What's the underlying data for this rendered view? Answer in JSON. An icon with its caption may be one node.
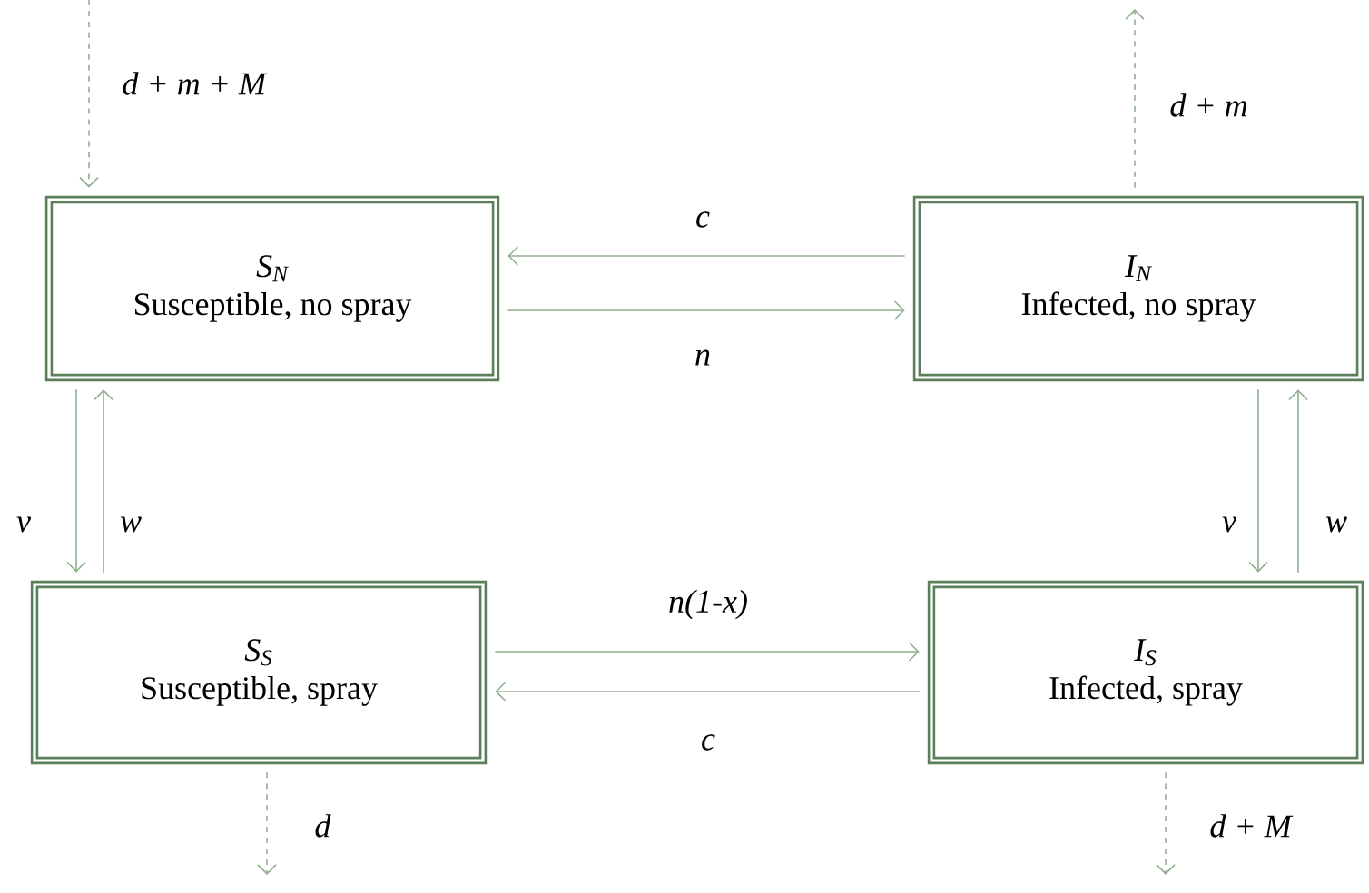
{
  "diagram": {
    "nodes": [
      {
        "text": [
          "S$_{N}$",
          "Susceptible, no spray"
        ]
      },
      {
        "text": [
          "I$_{N}$",
          "Infected, no spray"
        ]
      },
      {
        "text": [
          "S$_{S}$",
          "Susceptible, spray"
        ]
      },
      {
        "text": [
          "I$_{S}$",
          "Infected, spray"
        ]
      }
    ],
    "edges": [
      {
        "from": null,
        "to": 0,
        "arrow": "to",
        "label": "d + m + M",
        "style": "dashed"
      },
      {
        "from": 1,
        "to": 0,
        "arrow": "to",
        "label": "c"
      },
      {
        "from": 0,
        "to": 1,
        "arrow": "to",
        "label": "n"
      },
      {
        "from": 1,
        "to": null,
        "arrow": "to",
        "label": "d + m",
        "style": "dashed"
      },
      {
        "from": 0,
        "to": 2,
        "arrow": "to",
        "label": "v"
      },
      {
        "from": 2,
        "to": 0,
        "arrow": "to",
        "label": "w"
      },
      {
        "from": 1,
        "to": 3,
        "arrow": "to",
        "label": "v"
      },
      {
        "from": 3,
        "to": 1,
        "arrow": "to",
        "label": "w"
      },
      {
        "from": 2,
        "to": 3,
        "arrow": "to",
        "label": "n(1-x)"
      },
      {
        "from": 3,
        "to": 2,
        "arrow": "to",
        "label": "c"
      },
      {
        "from": 2,
        "to": null,
        "arrow": "to",
        "label": "d",
        "style": "dashed"
      },
      {
        "from": 3,
        "to": null,
        "arrow": "to",
        "label": "d + M",
        "style": "dashed"
      }
    ]
  }
}
